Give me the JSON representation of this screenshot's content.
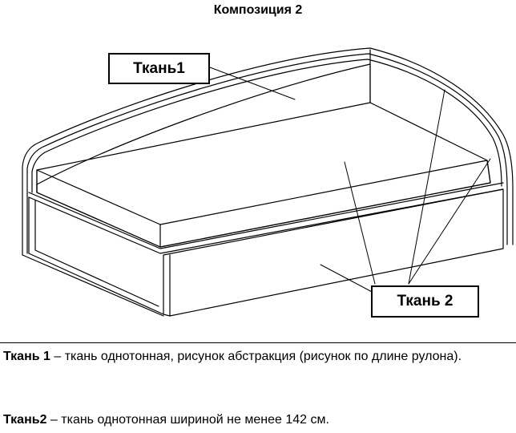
{
  "title": "Композиция 2",
  "labels": {
    "fabric1": "Ткань1",
    "fabric2": "Ткань 2"
  },
  "descriptions": [
    {
      "term": "Ткань 1",
      "text": " – ткань однотонная, рисунок абстракция (рисунок по длине рулона)."
    },
    {
      "term": "Ткань2",
      "text": "  – ткань однотонная шириной не менее 142 см."
    }
  ],
  "colors": {
    "line": "#000000",
    "background": "#ffffff"
  }
}
